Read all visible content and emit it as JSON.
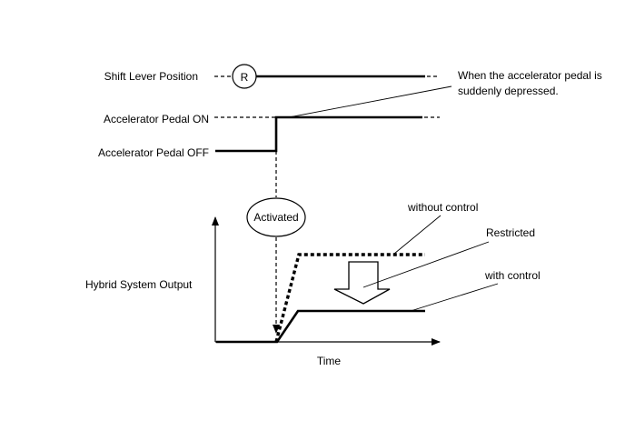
{
  "labels": {
    "shift_lever_position": "Shift Lever Position",
    "shift_symbol": "R",
    "accel_on": "Accelerator Pedal ON",
    "accel_off": "Accelerator Pedal OFF",
    "callout_line1": "When the accelerator pedal is",
    "callout_line2": "suddenly depressed.",
    "activated": "Activated",
    "without_control": "without control",
    "restricted": "Restricted",
    "with_control": "with control",
    "hybrid_system_output": "Hybrid System Output",
    "time_axis": "Time"
  },
  "colors": {
    "line": "#000000",
    "background": "#ffffff"
  }
}
